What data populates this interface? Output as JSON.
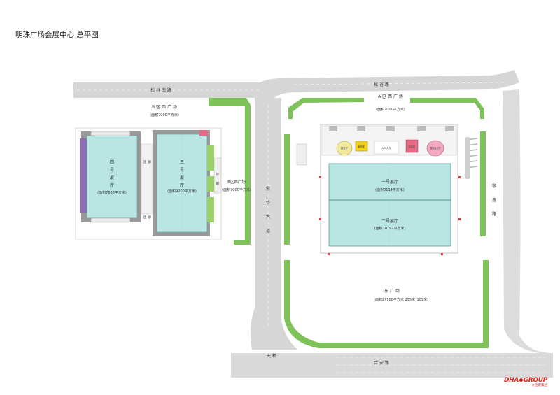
{
  "title": "明珠广场会展中心  总平图",
  "logo": {
    "main": "DHA◆GROUP",
    "sub": "大连港集团"
  },
  "roads": {
    "songgu_nan": "松  谷  南  路",
    "songgu": "松  谷  路",
    "fanhua": [
      "繁",
      "华",
      "大",
      "道"
    ],
    "lixin": [
      "黎",
      "鑫",
      "路"
    ],
    "hean": "合  安  路",
    "tianqiao": "天  桥"
  },
  "plazas": {
    "b_west_top": "B  区  西  广  场",
    "b_west_top_area": "(面积7000平方米)",
    "b_west_side": "B区西广场",
    "b_west_side_area": "(面积7000平方米)",
    "a_west": "A  区  西  广  场",
    "a_west_area": "(面积7000平方米)",
    "east": "东  广  场",
    "east_area": "(面积27500平方米    255米*109米)"
  },
  "halls": {
    "h4": {
      "name": [
        "四",
        "号",
        "展",
        "厅"
      ],
      "area": "(面积7666平方米)"
    },
    "h3": {
      "name": [
        "三",
        "号",
        "展",
        "厅"
      ],
      "area": "(面积9000平方米)"
    },
    "h1": {
      "name": "一号展厅",
      "area": "(面积8114平方米)"
    },
    "h2": {
      "name": "二号展厅",
      "area": "(面积10792平方米)"
    }
  },
  "small_labels": {
    "corridor_top": [
      "连",
      "廊"
    ],
    "corridor_bottom": [
      "连",
      "廊"
    ],
    "west_hall": [
      "外",
      "廊"
    ],
    "entrance": "入口大厅",
    "room1": "报告厅",
    "room2": "新闻室",
    "room3": "会议室",
    "room4": "国际会议厅"
  },
  "colors": {
    "hall_fill": "#b9e5e3",
    "green_strip": "#7fc25a",
    "road_gray": "#d3d3d3",
    "purple": "#8d6db3",
    "yellow": "#f3d21b",
    "pink": "#e56a86"
  }
}
